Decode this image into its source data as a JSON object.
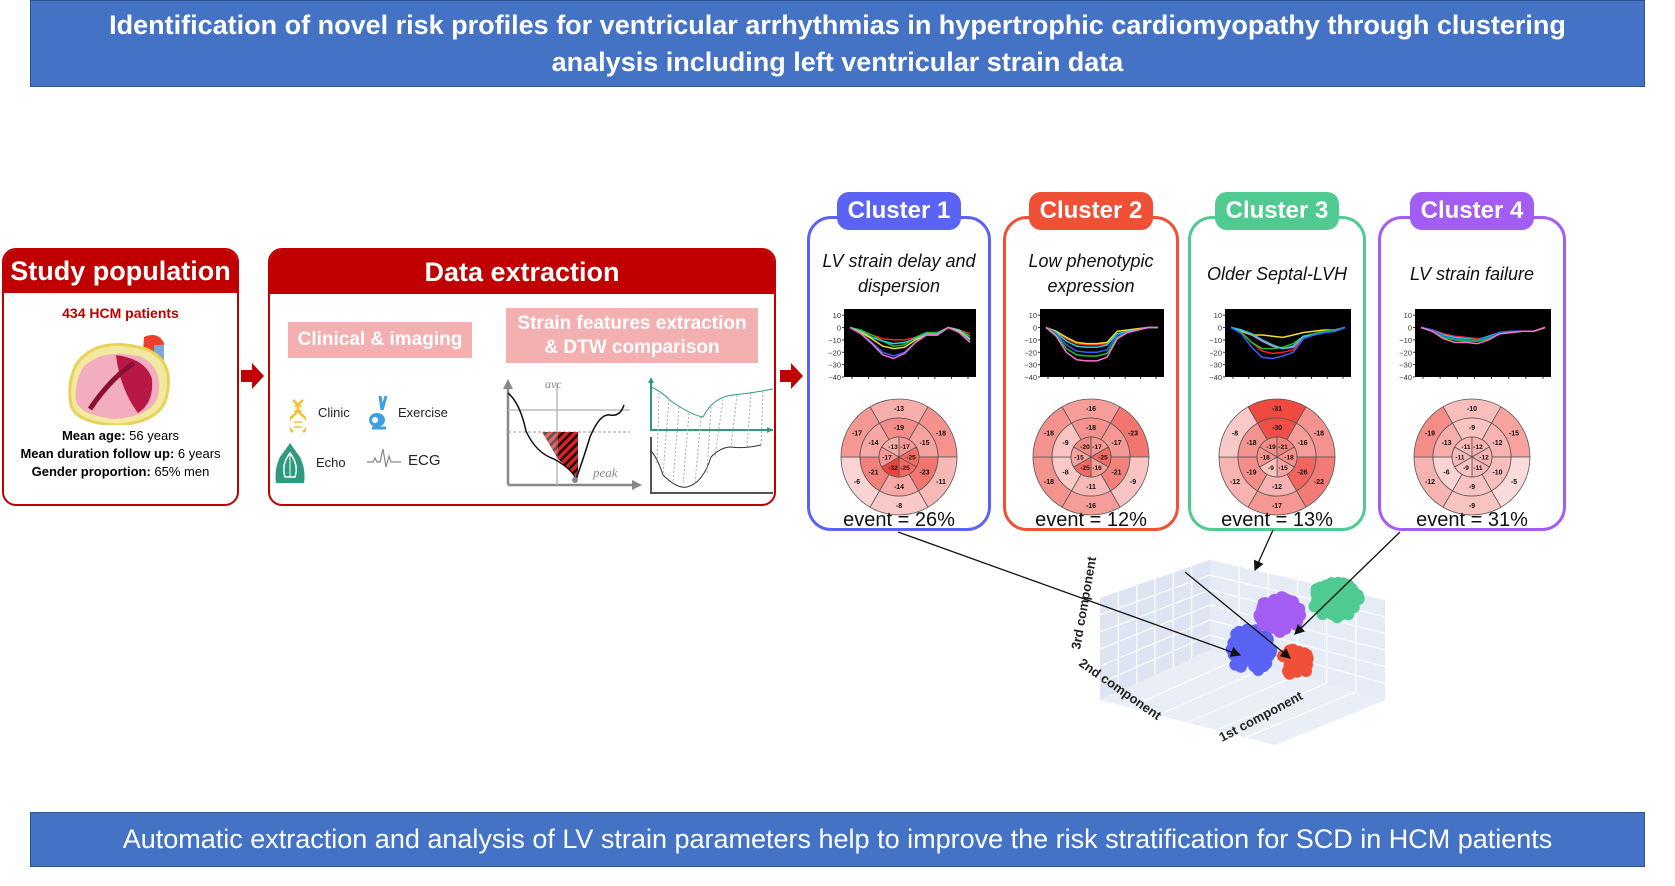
{
  "header": {
    "title": "Identification of novel risk profiles for ventricular arrhythmias in hypertrophic cardiomyopathy through clustering analysis including left ventricular strain data"
  },
  "footer": {
    "conclusion": "Automatic extraction and analysis of LV strain parameters help to improve the risk stratification for SCD in HCM patients"
  },
  "study_population": {
    "title": "Study population",
    "count": "434 HCM patients",
    "icon": "heart-illustration",
    "stats": [
      {
        "label": "Mean age:",
        "value": " 56 years"
      },
      {
        "label": "Mean duration follow up:",
        "value": " 6 years"
      },
      {
        "label": "Gender proportion:",
        "value": " 65% men"
      }
    ]
  },
  "data_extraction": {
    "title": "Data extraction",
    "clinical_box": "Clinical & imaging",
    "strain_box": "Strain features extraction & DTW comparison",
    "items": [
      {
        "label": "Clinic",
        "icon": "dna-icon"
      },
      {
        "label": "Exercise",
        "icon": "exercise-bike-icon"
      },
      {
        "label": "Echo",
        "icon": "echo-icon"
      },
      {
        "label": "ECG",
        "icon": "ecg-icon"
      }
    ],
    "diagram_labels": {
      "avc": "avc",
      "peak": "peak"
    }
  },
  "clusters": [
    {
      "name": "Cluster 1",
      "subtitle": "LV strain delay and dispersion",
      "event": "event = 26%",
      "color": "#5B63F5"
    },
    {
      "name": "Cluster 2",
      "subtitle": "Low phenotypic expression",
      "event": "event = 12%",
      "color": "#EF5036"
    },
    {
      "name": "Cluster 3",
      "subtitle": "Older Septal-LVH",
      "event": "event = 13%",
      "color": "#4FCB91"
    },
    {
      "name": "Cluster 4",
      "subtitle": "LV strain failure",
      "event": "event = 31%",
      "color": "#A45DF2"
    }
  ],
  "chart_data": [
    {
      "type": "line",
      "cluster": "Cluster 1",
      "ylim": [
        -40,
        15
      ],
      "yticks": [
        "10",
        "0",
        "−10",
        "−20",
        "−30",
        "−40"
      ],
      "series": [
        {
          "color": "#ff2020",
          "values": [
            0,
            -3,
            -6,
            -9,
            -10,
            -10,
            -8,
            -5,
            -5,
            0,
            -2,
            -5
          ]
        },
        {
          "color": "#20c020",
          "values": [
            0,
            -2,
            -6,
            -11,
            -15,
            -14,
            -8,
            -4,
            -4,
            0,
            -2,
            -7
          ]
        },
        {
          "color": "#20d0e0",
          "values": [
            0,
            -3,
            -8,
            -11,
            -13,
            -12,
            -9,
            -5,
            -5,
            0,
            -2,
            -9
          ]
        },
        {
          "color": "#f0e020",
          "values": [
            0,
            -4,
            -9,
            -15,
            -17,
            -16,
            -10,
            -6,
            -6,
            0,
            -3,
            -10
          ]
        },
        {
          "color": "#3060ff",
          "values": [
            0,
            -5,
            -12,
            -20,
            -23,
            -20,
            -12,
            -6,
            -6,
            0,
            -4,
            -11
          ]
        },
        {
          "color": "#ff70d0",
          "values": [
            0,
            -5,
            -13,
            -22,
            -25,
            -21,
            -12,
            -6,
            -6,
            0,
            -4,
            -12
          ]
        }
      ],
      "bullseye": {
        "outer": [
          -13,
          -18,
          -11,
          -8,
          -6,
          -17
        ],
        "mid": [
          -19,
          -15,
          -23,
          -14,
          -21,
          -14
        ],
        "inner": [
          -13,
          -17,
          -25,
          -25,
          -32,
          -17
        ]
      }
    },
    {
      "type": "line",
      "cluster": "Cluster 2",
      "ylim": [
        -40,
        15
      ],
      "yticks": [
        "10",
        "0",
        "−10",
        "−20",
        "−30",
        "−40"
      ],
      "series": [
        {
          "color": "#ff2020",
          "values": [
            0,
            -3,
            -9,
            -13,
            -14,
            -14,
            -13,
            -5,
            -3,
            -2,
            0,
            0
          ]
        },
        {
          "color": "#f0e020",
          "values": [
            0,
            -3,
            -8,
            -12,
            -13,
            -13,
            -12,
            -3,
            -2,
            -1,
            0,
            0
          ]
        },
        {
          "color": "#20d0e0",
          "values": [
            0,
            -4,
            -11,
            -15,
            -16,
            -16,
            -14,
            -5,
            -3,
            -2,
            0,
            0
          ]
        },
        {
          "color": "#3060ff",
          "values": [
            0,
            -5,
            -14,
            -19,
            -20,
            -20,
            -18,
            -6,
            -4,
            -2,
            0,
            0
          ]
        },
        {
          "color": "#20c020",
          "values": [
            0,
            -6,
            -17,
            -22,
            -23,
            -23,
            -21,
            -8,
            -4,
            -2,
            0,
            0
          ]
        },
        {
          "color": "#ff70d0",
          "values": [
            0,
            -7,
            -20,
            -26,
            -27,
            -27,
            -24,
            -9,
            -4,
            -2,
            0,
            0
          ]
        }
      ],
      "bullseye": {
        "outer": [
          -16,
          -23,
          -9,
          -16,
          -18,
          -18
        ],
        "mid": [
          -18,
          -17,
          -21,
          -11,
          -8,
          -9
        ],
        "inner": [
          -20,
          -17,
          -25,
          -16,
          -25,
          -15
        ]
      }
    },
    {
      "type": "line",
      "cluster": "Cluster 3",
      "ylim": [
        -40,
        15
      ],
      "yticks": [
        "10",
        "0",
        "−10",
        "−20",
        "−30",
        "−40"
      ],
      "series": [
        {
          "color": "#f0e020",
          "values": [
            0,
            -3,
            -6,
            -6,
            -7,
            -8,
            -6,
            -4,
            -3,
            -2,
            -2,
            0
          ]
        },
        {
          "color": "#ff2020",
          "values": [
            0,
            -4,
            -12,
            -19,
            -21,
            -20,
            -18,
            -8,
            -5,
            -3,
            -2,
            0
          ]
        },
        {
          "color": "#20c020",
          "values": [
            0,
            -4,
            -12,
            -17,
            -17,
            -16,
            -13,
            -7,
            -5,
            -3,
            -2,
            0
          ]
        },
        {
          "color": "#ff70d0",
          "values": [
            0,
            -2,
            -6,
            -11,
            -15,
            -17,
            -16,
            -7,
            -6,
            -4,
            -3,
            0
          ]
        },
        {
          "color": "#20d0e0",
          "values": [
            0,
            -2,
            -5,
            -10,
            -14,
            -17,
            -15,
            -7,
            -6,
            -4,
            -3,
            0
          ]
        },
        {
          "color": "#3060ff",
          "values": [
            0,
            -5,
            -16,
            -24,
            -25,
            -23,
            -20,
            -9,
            -6,
            -4,
            -3,
            0
          ]
        }
      ],
      "bullseye": {
        "outer": [
          -31,
          -18,
          -22,
          -17,
          -12,
          -8
        ],
        "mid": [
          -30,
          -16,
          -26,
          -12,
          -19,
          -18
        ],
        "inner": [
          -19,
          -21,
          -18,
          -15,
          -9,
          -18
        ]
      }
    },
    {
      "type": "line",
      "cluster": "Cluster 4",
      "ylim": [
        -40,
        15
      ],
      "yticks": [
        "10",
        "0",
        "−10",
        "−20",
        "−30",
        "−40"
      ],
      "series": [
        {
          "color": "#ff2020",
          "values": [
            0,
            -2,
            -5,
            -7,
            -8,
            -9,
            -8,
            -4,
            -3,
            -3,
            -3,
            0
          ]
        },
        {
          "color": "#20d0e0",
          "values": [
            0,
            -2,
            -6,
            -8,
            -9,
            -10,
            -7,
            -4,
            -3,
            -3,
            -3,
            0
          ]
        },
        {
          "color": "#3060ff",
          "values": [
            0,
            -2,
            -7,
            -9,
            -10,
            -10,
            -8,
            -4,
            -3,
            -3,
            -3,
            0
          ]
        },
        {
          "color": "#20c020",
          "values": [
            0,
            -3,
            -8,
            -10,
            -11,
            -11,
            -9,
            -5,
            -4,
            -3,
            -3,
            0
          ]
        },
        {
          "color": "#ff70d0",
          "values": [
            0,
            -3,
            -9,
            -12,
            -12,
            -13,
            -10,
            -5,
            -4,
            -3,
            -3,
            0
          ]
        }
      ],
      "bullseye": {
        "outer": [
          -10,
          -15,
          -5,
          -9,
          -12,
          -19
        ],
        "mid": [
          -9,
          -12,
          -10,
          -9,
          -6,
          -13
        ],
        "inner": [
          -11,
          -12,
          -12,
          -11,
          -9,
          -11
        ]
      }
    }
  ],
  "scatter": {
    "type": "scatter3d",
    "axis_labels": [
      "1st component",
      "2nd component",
      "3rd component"
    ]
  }
}
